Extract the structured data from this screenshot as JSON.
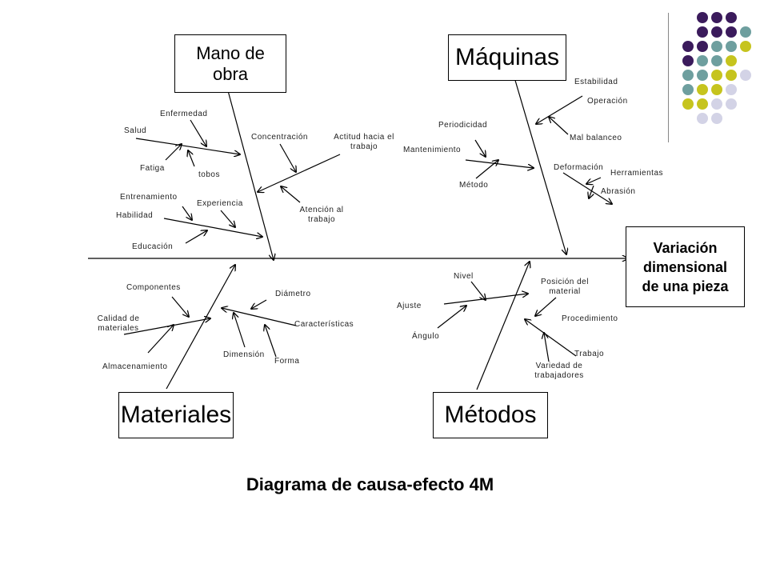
{
  "title": "Diagrama de causa-efecto  4M",
  "effect": {
    "line1": "Variación",
    "line2": "dimensional",
    "line3": "de una pieza"
  },
  "categories": {
    "mano_de_obra": {
      "line1": "Mano de",
      "line2": "obra"
    },
    "maquinas": "Máquinas",
    "materiales": "Materiales",
    "metodos": "Métodos"
  },
  "causes": {
    "mano_de_obra": {
      "enfermedad": "Enfermedad",
      "salud": "Salud",
      "fatiga": "Fatiga",
      "tobos": "tobos",
      "concentracion": "Concentración",
      "actitud_1": "Actitud hacia el",
      "actitud_2": "trabajo",
      "atencion_1": "Atención al",
      "atencion_2": "trabajo",
      "entrenamiento": "Entrenamiento",
      "habilidad": "Habilidad",
      "experiencia": "Experiencia",
      "educacion": "Educación"
    },
    "maquinas": {
      "estabilidad": "Estabilidad",
      "operacion": "Operación",
      "periodicidad": "Periodicidad",
      "mantenimiento": "Mantenimiento",
      "mal_balanceo": "Mal balanceo",
      "metodo": "Método",
      "deformacion": "Deformación",
      "herramientas": "Herramientas",
      "abrasion": "Abrasión"
    },
    "materiales": {
      "componentes": "Componentes",
      "diametro": "Diámetro",
      "calidad_1": "Calidad de",
      "calidad_2": "materiales",
      "caracteristicas": "Características",
      "dimension": "Dimensión",
      "forma": "Forma",
      "almacenamiento": "Almacenamiento"
    },
    "metodos": {
      "nivel": "Nivel",
      "posicion_1": "Posición del",
      "posicion_2": "material",
      "ajuste": "Ajuste",
      "procedimiento": "Procedimiento",
      "angulo": "Ángulo",
      "trabajo": "Trabajo",
      "variedad_1": "Variedad de",
      "variedad_2": "trabajadores"
    }
  },
  "palette": {
    "purple": "#3b1b5c",
    "teal": "#6e9f9f",
    "olive": "#c6c41e",
    "lavender": "#d3d3e6",
    "line": "#000000"
  },
  "decoration_grid": [
    [
      "purple",
      "purple",
      "purple"
    ],
    [
      "purple",
      "purple",
      "purple",
      "teal"
    ],
    [
      "purple",
      "purple",
      "teal",
      "teal",
      "olive"
    ],
    [
      "purple",
      "teal",
      "teal",
      "olive"
    ],
    [
      "teal",
      "teal",
      "olive",
      "olive",
      "lavender"
    ],
    [
      "teal",
      "olive",
      "olive",
      "lavender"
    ],
    [
      "olive",
      "olive",
      "lavender",
      "lavender"
    ],
    [
      "lavender",
      "lavender"
    ]
  ]
}
